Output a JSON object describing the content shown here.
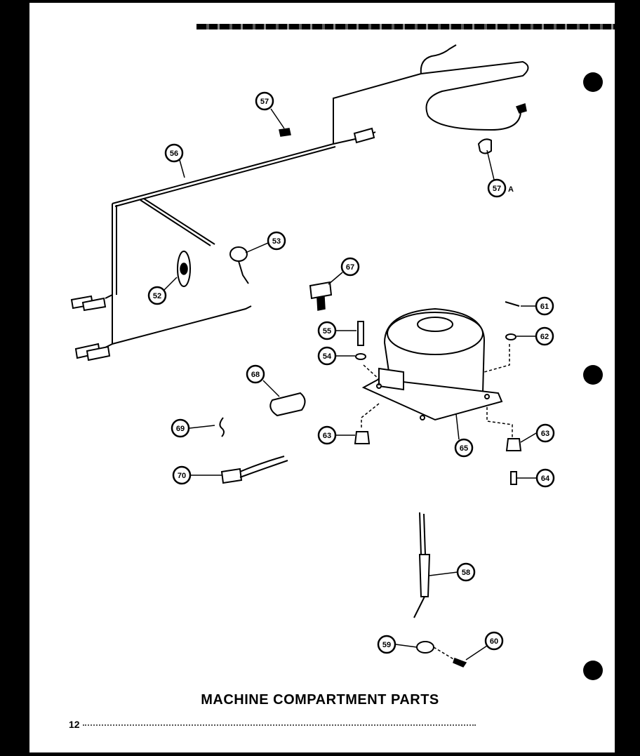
{
  "title": "MACHINE COMPARTMENT PARTS",
  "page_number": "12",
  "callouts": [
    {
      "id": "57",
      "label": "57"
    },
    {
      "id": "56",
      "label": "56"
    },
    {
      "id": "57a",
      "label": "57",
      "suffix": "A"
    },
    {
      "id": "53",
      "label": "53"
    },
    {
      "id": "52",
      "label": "52"
    },
    {
      "id": "67",
      "label": "67"
    },
    {
      "id": "61",
      "label": "61"
    },
    {
      "id": "55",
      "label": "55"
    },
    {
      "id": "62",
      "label": "62"
    },
    {
      "id": "54",
      "label": "54"
    },
    {
      "id": "68",
      "label": "68"
    },
    {
      "id": "69",
      "label": "69"
    },
    {
      "id": "63l",
      "label": "63"
    },
    {
      "id": "65",
      "label": "65"
    },
    {
      "id": "63r",
      "label": "63"
    },
    {
      "id": "70",
      "label": "70"
    },
    {
      "id": "64",
      "label": "64"
    },
    {
      "id": "58",
      "label": "58"
    },
    {
      "id": "59",
      "label": "59"
    },
    {
      "id": "60",
      "label": "60"
    }
  ]
}
